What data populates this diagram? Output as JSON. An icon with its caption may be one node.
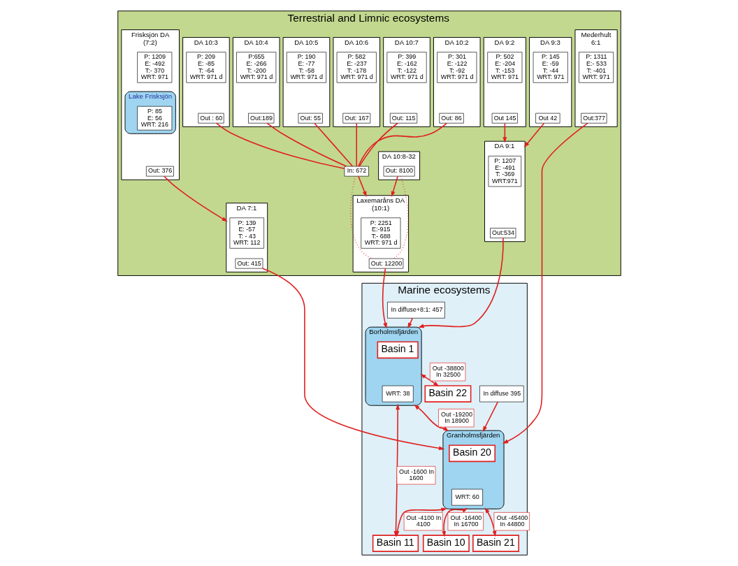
{
  "diagram": {
    "nodes": [
      {
        "text": [
          "Terrestrial and Limnic ecosystems"
        ]
      },
      {
        "text": [
          "DA 10:7"
        ],
        "in": 0
      },
      {
        "text": [
          "P: 399 E: -162 T: -122 WRT: 971 d"
        ],
        "in": 1
      },
      {
        "text": [
          "Out: 115"
        ],
        "in": 1
      },
      {
        "text": [
          "DA 10:6"
        ],
        "in": 0
      },
      {
        "text": [
          "P: 582 E: -237 T: -178 WRT: 971 d"
        ],
        "in": 4
      },
      {
        "text": [
          "Out: 167"
        ],
        "in": 4
      },
      {
        "text": [
          "DA 10:5"
        ],
        "in": 0
      },
      {
        "text": [
          "P: 190 E: -77 T: -58 WRT: 971 d"
        ],
        "in": 7
      },
      {
        "text": [
          "Out: 55"
        ],
        "in": 7
      },
      {
        "text": [
          "DA 10:4"
        ],
        "in": 0
      },
      {
        "text": [
          "P:655 E: -266 T: -200 WRT: 971 d"
        ],
        "in": 10
      },
      {
        "text": [
          "Out:189"
        ],
        "in": 10
      },
      {
        "text": [
          "DA 10:3"
        ],
        "in": 0
      },
      {
        "text": [
          "P: 209 E: -85 T: -64 WRT: 971 d"
        ],
        "in": 13
      },
      {
        "text": [
          "Out : 60"
        ],
        "in": 13
      },
      {
        "text": [
          "DA 10:2"
        ],
        "in": 0
      },
      {
        "text": [
          "P: 301 E: -122 T: -92 WRT: 971 d"
        ],
        "in": 16
      },
      {
        "text": [
          "Out: 86"
        ],
        "in": 16
      },
      {
        "text": [
          "Frisksjön DA (7:2)"
        ],
        "in": 0
      },
      {
        "text": [
          "P: 1209 E: -492 T:- 370 WRT: 971"
        ],
        "in": 19
      },
      {
        "text": [
          "Lake Frisksjön"
        ],
        "in": 19
      },
      {
        "text": [
          "P: 85 E: 56 WRT: 216"
        ],
        "in": 21
      },
      {
        "text": [
          "Out: 376"
        ],
        "in": 19
      },
      {
        "text": [
          "Mederhult 6:1"
        ],
        "in": 0
      },
      {
        "text": [
          "P: 1311 E:- 533 T: -401 WRT: 971"
        ],
        "in": 24
      },
      {
        "text": [
          "Out:377"
        ],
        "in": 24
      },
      {
        "text": [
          "DA 7:1"
        ],
        "in": 0
      },
      {
        "text": [
          "P: 139 E: -57 T: - 43 WRT: 112"
        ],
        "in": 27
      },
      {
        "text": [
          "Out: 415"
        ],
        "in": 27
      },
      {
        "text": [
          "DA 9:2"
        ],
        "in": 0
      },
      {
        "text": [
          "P: 502 E: -204 T: -153 WRT: 971"
        ],
        "in": 30
      },
      {
        "text": [
          "Out 145"
        ],
        "in": 30
      },
      {
        "text": [
          "DA 9:3"
        ],
        "in": 0
      },
      {
        "text": [
          "P: 145 E: -59 T: -44 WRT: 971"
        ],
        "in": 33
      },
      {
        "text": [
          "Out 42"
        ],
        "in": 33
      },
      {
        "text": [
          "DA 9:1"
        ],
        "in": 0
      },
      {
        "text": [
          "P: 1207 E: -491 T: -369 WRT:971"
        ],
        "in": 36
      },
      {
        "text": [
          "Out:534"
        ],
        "in": 36
      },
      {
        "text": [
          "Laxemaråns DA (10:1)"
        ],
        "in": 0
      },
      {
        "text": [
          "P: 2251 E:-915 T:- 688 WRT: 971 d"
        ],
        "in": 39
      },
      {
        "text": [
          "In: 672"
        ],
        "in": 0
      },
      {
        "text": [
          "Out: 12200"
        ],
        "in": 39
      },
      {
        "text": [
          "DA 10:8-32"
        ],
        "in": 0
      },
      {
        "text": [
          "Out: 8100"
        ],
        "in": 43
      },
      {
        "text": [
          "Marine ecosystems"
        ]
      },
      {
        "text": [
          "Granholmsfjärden"
        ],
        "in": 45
      },
      {
        "text": [
          "Basin 20"
        ],
        "in": 46
      },
      {
        "text": [
          "WRT: 60"
        ],
        "in": 46
      },
      {
        "text": [
          "In diffuse 395"
        ],
        "in": 45
      },
      {
        "text": [
          "Basin 21"
        ],
        "in": 45
      },
      {
        "text": [
          "Basin 10"
        ],
        "in": 45
      },
      {
        "text": [
          "Borholmsfjärden"
        ],
        "in": 45
      },
      {
        "text": [
          "Basin 1"
        ],
        "in": 52
      },
      {
        "text": [
          "WRT: 38"
        ],
        "in": 52
      },
      {
        "text": [
          "Basin 11"
        ],
        "in": 45
      },
      {
        "text": [
          "In diffuse+8:1: 457"
        ],
        "in": 45
      },
      {
        "text": [
          "Basin 22"
        ],
        "in": 45
      }
    ],
    "edges": [
      {
        "from": 3,
        "to": 41,
        "arrow": "none"
      },
      {
        "from": 6,
        "to": 41,
        "arrow": "none"
      },
      {
        "from": 9,
        "to": 41,
        "arrow": "none"
      },
      {
        "from": 12,
        "to": 41,
        "arrow": "none"
      },
      {
        "from": 15,
        "to": 41,
        "arrow": "none"
      },
      {
        "from": 18,
        "to": 41,
        "arrow": "none"
      },
      {
        "from": 41,
        "to": 39,
        "arrow": "to"
      },
      {
        "from": 44,
        "to": 39,
        "arrow": "to"
      },
      {
        "from": 41,
        "to": 42,
        "arrow": "none",
        "style": "dashed"
      },
      {
        "from": 44,
        "to": 42,
        "arrow": "none",
        "style": "dashed"
      },
      {
        "from": 32,
        "to": 36,
        "arrow": "to"
      },
      {
        "from": 35,
        "to": 36,
        "arrow": "to"
      },
      {
        "from": 23,
        "to": 27,
        "arrow": "to"
      },
      {
        "from": 26,
        "to": 46,
        "arrow": "to"
      },
      {
        "from": 29,
        "to": 46,
        "arrow": "to"
      },
      {
        "from": 38,
        "to": 52,
        "arrow": "to"
      },
      {
        "from": 42,
        "to": 52,
        "arrow": "to"
      },
      {
        "from": 49,
        "to": 46,
        "arrow": "to"
      },
      {
        "from": 46,
        "to": 50,
        "arrow": "both",
        "label": "Out -45400 In 44800"
      },
      {
        "from": 46,
        "to": 51,
        "arrow": "both",
        "label": "Out -16400 In 16700"
      },
      {
        "from": 52,
        "to": 46,
        "arrow": "both",
        "label": "Out -19200 In 18900"
      },
      {
        "from": 46,
        "to": 55,
        "arrow": "both",
        "label": "Out -4100 In 4100"
      },
      {
        "from": 52,
        "to": 55,
        "arrow": "both",
        "label": "Out -1600 In 1600"
      },
      {
        "from": 56,
        "to": 52,
        "arrow": "to"
      },
      {
        "from": 52,
        "to": 57,
        "arrow": "both",
        "label": "Out -38800 In 32500"
      }
    ]
  }
}
